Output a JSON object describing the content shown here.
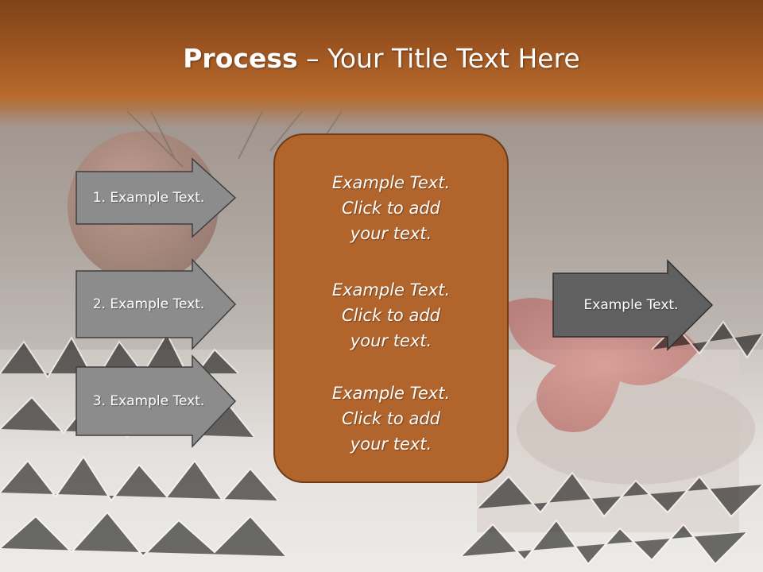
{
  "title": {
    "bold": "Process",
    "rest": " – Your Title Text Here"
  },
  "left_arrows": [
    {
      "label": "1. Example Text."
    },
    {
      "label": "2. Example Text."
    },
    {
      "label": "3. Example Text."
    }
  ],
  "center_blocks": [
    {
      "line1": "Example Text.",
      "line2": "Click  to add",
      "line3": "your text."
    },
    {
      "line1": "Example Text.",
      "line2": "Click  to add",
      "line3": "your text."
    },
    {
      "line1": "Example Text.",
      "line2": "Click  to add",
      "line3": "your text."
    }
  ],
  "right_arrow": {
    "label": "Example Text."
  },
  "colors": {
    "title_band": "#9a5320",
    "center_box": "#b1642b",
    "left_arrow_fill": "#8c8c8c",
    "right_arrow_fill": "#606060"
  }
}
